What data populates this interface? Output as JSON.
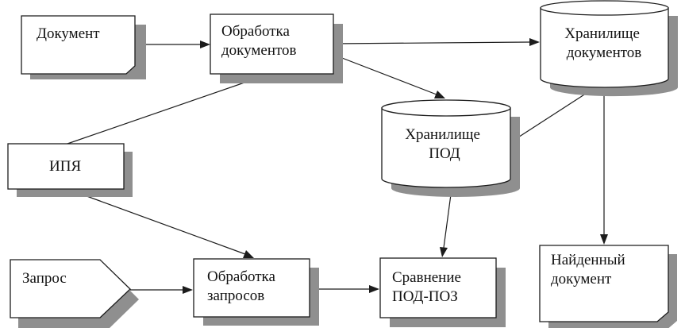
{
  "nodes": {
    "document": {
      "label_lines": [
        "Документ"
      ]
    },
    "doc_processing": {
      "label_lines": [
        "Обработка",
        "документов"
      ]
    },
    "doc_storage": {
      "label_lines": [
        "Хранилище",
        "документов"
      ]
    },
    "pod_storage": {
      "label_lines": [
        "Хранилище",
        "ПОД"
      ]
    },
    "ipya": {
      "label_lines": [
        "ИПЯ"
      ]
    },
    "query": {
      "label_lines": [
        "Запрос"
      ]
    },
    "query_processing": {
      "label_lines": [
        "Обработка",
        "запросов"
      ]
    },
    "comparison": {
      "label_lines": [
        "Сравнение",
        "ПОД-ПОЗ"
      ]
    },
    "found_document": {
      "label_lines": [
        "Найденный",
        "документ"
      ]
    }
  },
  "edges": [
    {
      "from": "document",
      "to": "doc_processing"
    },
    {
      "from": "doc_processing",
      "to": "doc_storage"
    },
    {
      "from": "doc_processing",
      "to": "pod_storage"
    },
    {
      "from": "ipya",
      "to": "doc_processing"
    },
    {
      "from": "ipya",
      "to": "query_processing"
    },
    {
      "from": "pod_storage",
      "to": "doc_storage"
    },
    {
      "from": "pod_storage",
      "to": "comparison"
    },
    {
      "from": "doc_storage",
      "to": "found_document"
    },
    {
      "from": "query",
      "to": "query_processing"
    },
    {
      "from": "query_processing",
      "to": "comparison"
    }
  ]
}
